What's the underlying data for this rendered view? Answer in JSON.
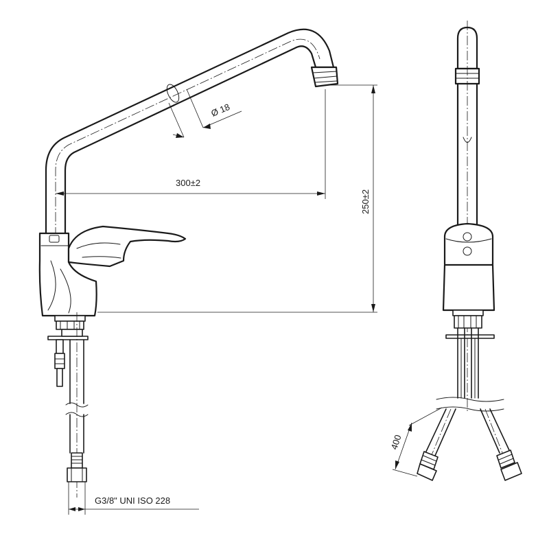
{
  "dimensions": {
    "spout_diameter": "Ø 18",
    "reach": "300±2",
    "height": "250±2",
    "hose_length": "400",
    "connection": "G3/8\" UNI ISO 228"
  },
  "colors": {
    "line": "#1a1a1a",
    "background": "#ffffff"
  }
}
